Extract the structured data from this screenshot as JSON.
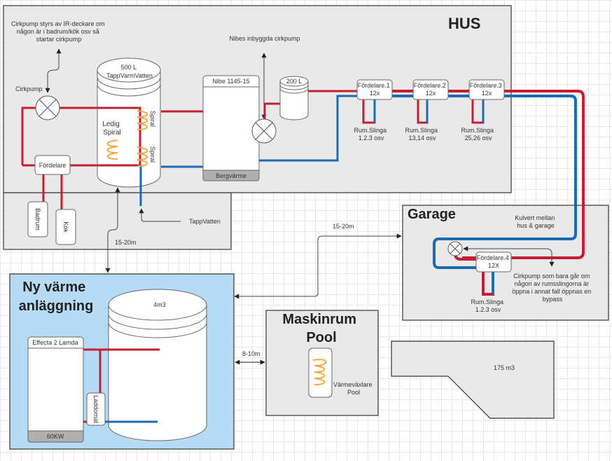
{
  "colors": {
    "hot": "#c41e32",
    "cold": "#1c6ab3",
    "coil": "#f5a742",
    "box_gray": "#e9e9e9",
    "box_blue": "#b7dbf4",
    "footer_gray": "#b0b0b0",
    "border": "#333333"
  },
  "hus": {
    "title": "HUS",
    "cirkpump_note": [
      "Cirkpump styrs av IR-deckare om",
      "någon är i badrum/kök osv så",
      "startar cirkpump"
    ],
    "cirkpump_label": "Cirkpump",
    "tank_500": {
      "line1": "500 L",
      "line2": "TappVarmVatten"
    },
    "ledig_spiral": [
      "Ledig",
      "Spiral"
    ],
    "spiral_top": "Spiral",
    "spiral_bottom": "Spiral",
    "fordelare": "Fördelare",
    "badrum": "Badrum",
    "kok": "Kök",
    "tappvatten": "TappVatten",
    "nibe_pump_note": "Nibes inbyggda cirkpump",
    "nibe": {
      "title": "Nibe 1145-15",
      "footer": "Bergvärme"
    },
    "tank_200": "200 L",
    "manifolds": [
      {
        "name": "Fördelare.1",
        "count": "12x",
        "loop_l1": "Rum.Slinga",
        "loop_l2": "1.2.3 osv"
      },
      {
        "name": "Fördelare.2",
        "count": "12x",
        "loop_l1": "Rum.Slinga",
        "loop_l2": "13,14 osv"
      },
      {
        "name": "Fördelare.3",
        "count": "12x",
        "loop_l1": "Rum.Slinga",
        "loop_l2": "25,26 osv"
      }
    ]
  },
  "distances": {
    "hus_to_ny": "15-20m",
    "ny_to_garage": "15-20m",
    "ny_to_pool": "8-10m"
  },
  "garage": {
    "title": "Garage",
    "kulvert": [
      "Kulvert mellan",
      "hus & garage"
    ],
    "manifold": {
      "name": "Fördelare.4",
      "count": "12X"
    },
    "loop": [
      "Rum.Slinga",
      "1.2.3 osv"
    ],
    "pump_note": [
      "Cirkpump som bara går om",
      "någon av rumsslingorna är",
      "öppna i annat fall öppnas en",
      "bypass"
    ]
  },
  "ny_varme": {
    "title": [
      "Ny värme",
      "anläggning"
    ],
    "tank": "4m3",
    "boiler": {
      "title": "Effecta 2 Lamda",
      "footer": "60KW"
    },
    "laddomat": "Laddomat"
  },
  "pool_room": {
    "title": [
      "Maskinrum",
      "Pool"
    ],
    "exchanger": [
      "Värmeväxlare",
      "Pool"
    ]
  },
  "pool": {
    "volume": "175 m3"
  }
}
